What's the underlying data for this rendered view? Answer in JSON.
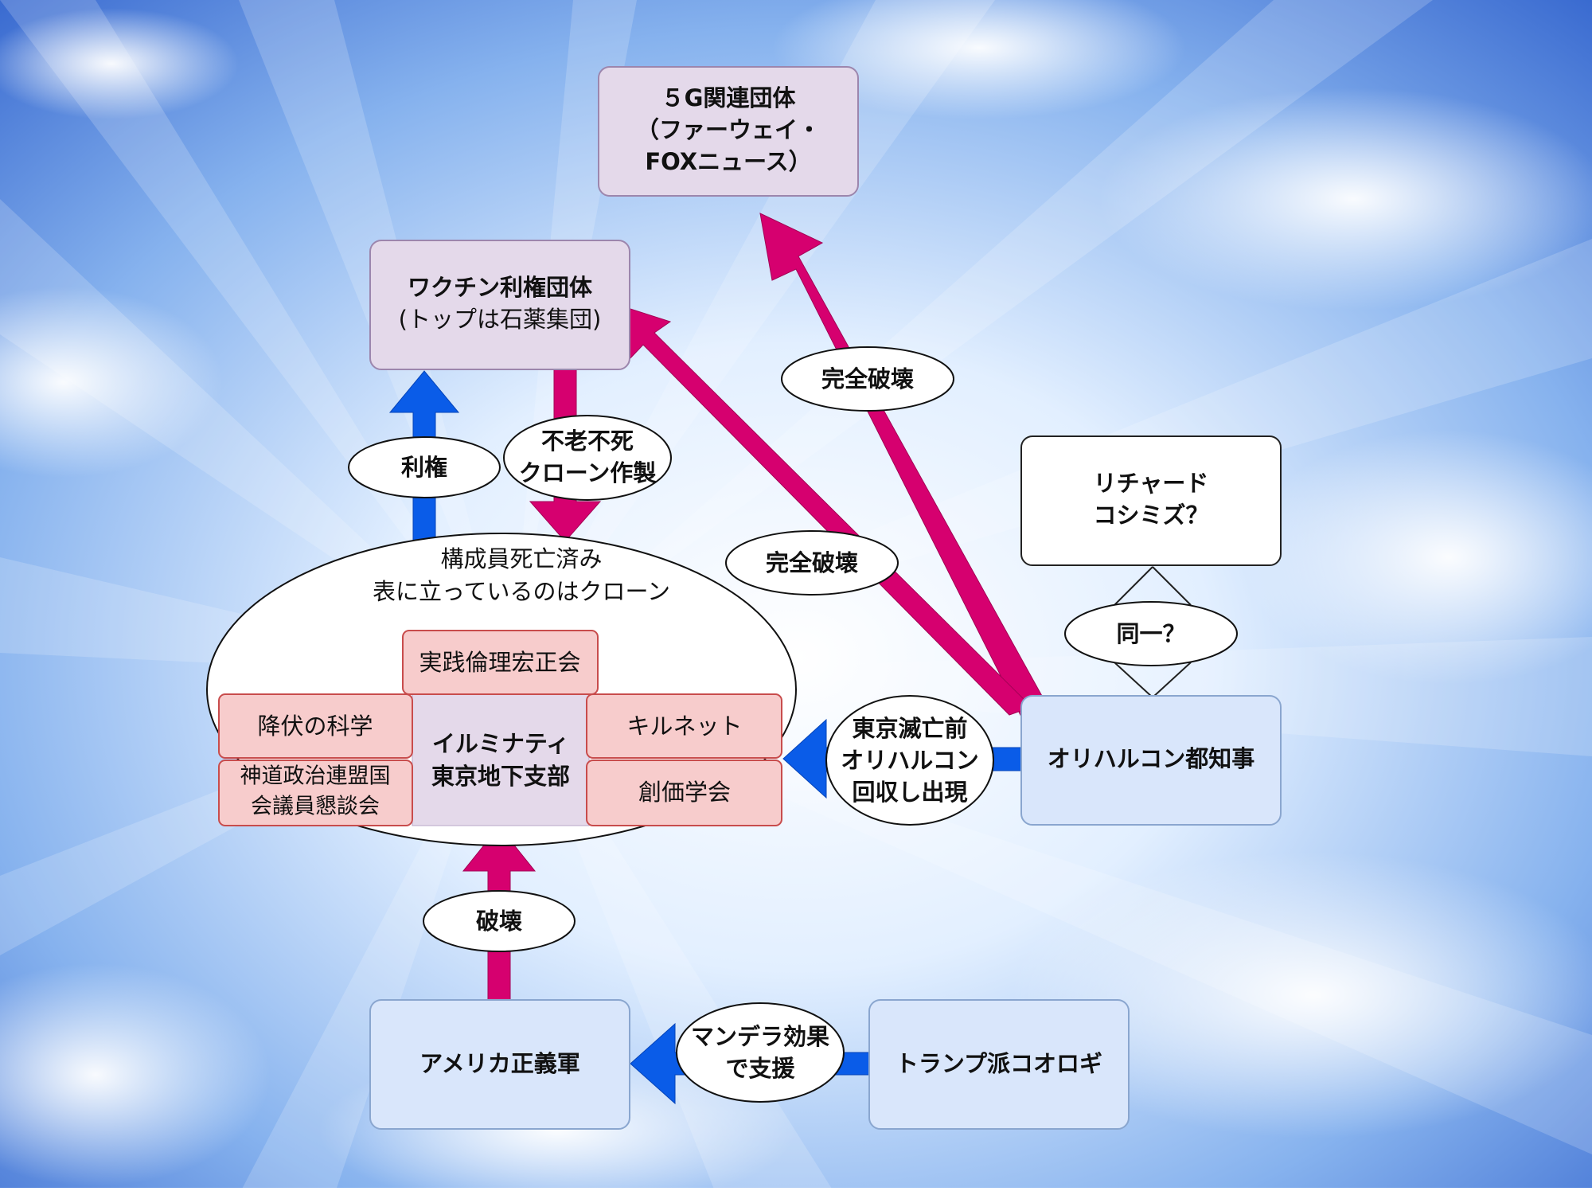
{
  "boxes": {
    "five_g": {
      "line1": "５G関連団体",
      "line2": "（ファーウェイ・",
      "line3": "FOXニュース）"
    },
    "vaccine": {
      "line1": "ワクチン利権団体",
      "line2": "(トップは石薬集団)"
    },
    "richard": {
      "line1": "リチャード",
      "line2": "コシミズ？"
    },
    "orichalcum": {
      "label": "オリハルコン都知事"
    },
    "america": {
      "label": "アメリカ正義軍"
    },
    "trump": {
      "label": "トランプ派コオロギ"
    }
  },
  "group": {
    "caption_line1": "構成員死亡済み",
    "caption_line2": "表に立っているのはクローン",
    "center_line1": "イルミナティ",
    "center_line2": "東京地下支部",
    "items": {
      "jissen": "実践倫理宏正会",
      "gofuku": "降伏の科学",
      "kirunet": "キルネット",
      "shinto_line1": "神道政治連盟国",
      "shinto_line2": "会議員懇談会",
      "soka": "創価学会"
    }
  },
  "edge_labels": {
    "riken": "利権",
    "furou_line1": "不老不死",
    "furou_line2": "クローン作製",
    "kanzen_upper": "完全破壊",
    "kanzen_lower": "完全破壊",
    "douitsu": "同一？",
    "tokyo_line1": "東京滅亡前",
    "tokyo_line2": "オリハルコン",
    "tokyo_line3": "回収し出現",
    "hakai": "破壊",
    "mandela_line1": "マンデラ効果",
    "mandela_line2": "で支援"
  },
  "colors": {
    "sky_top": "#3f73d6",
    "sky_light": "#d9eaff",
    "purple_box": "#e4d9ea",
    "blue_box": "#d9e6fb",
    "pink_box": "#f7cccc",
    "magenta_arrow": "#d6006f",
    "blue_arrow": "#0a5ce8"
  }
}
